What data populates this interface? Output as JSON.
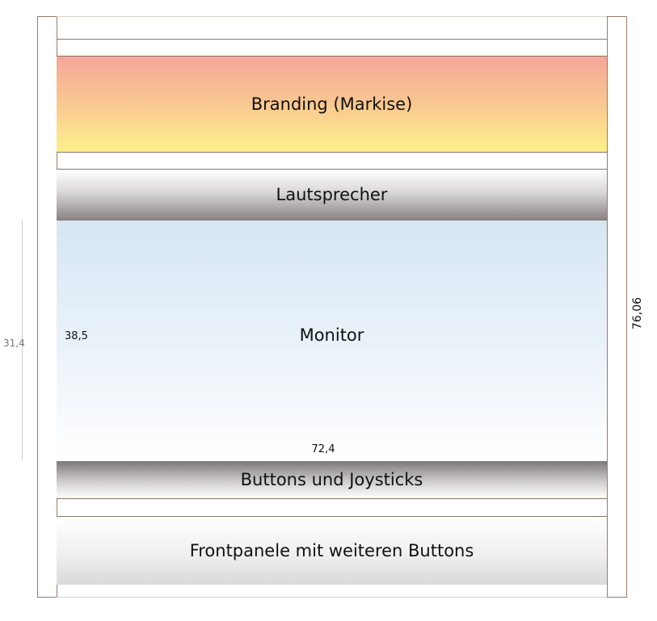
{
  "sections": {
    "branding": "Branding (Markise)",
    "speaker": "Lautsprecher",
    "monitor": "Monitor",
    "buttons": "Buttons und Joysticks",
    "frontpanel": "Frontpanele mit weiteren Buttons"
  },
  "dimensions": {
    "outer_height": "31,4",
    "monitor_height": "38,5",
    "monitor_width": "72,4",
    "total_height": "76,06"
  },
  "colors": {
    "frame_line": "#8a7565",
    "post_border": "#9a7a66",
    "branding_top": "#f5a69a",
    "branding_bottom": "#fdf08c",
    "monitor_top": "#d6e6f3"
  }
}
